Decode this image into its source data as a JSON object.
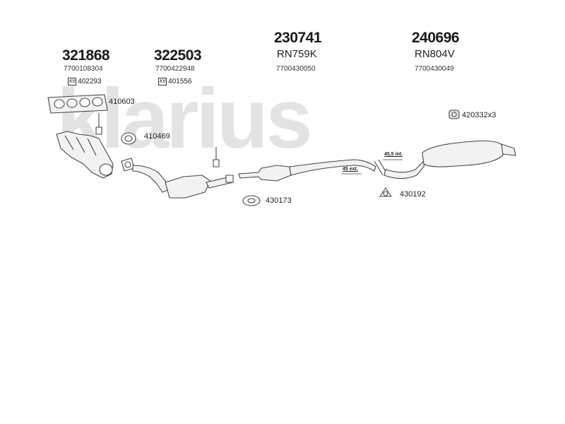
{
  "watermark": "klarius",
  "parts": [
    {
      "number": "321868",
      "ref": "7700108304",
      "kit_label": "Kit",
      "kit": "402293"
    },
    {
      "number": "322503",
      "ref": "7700422948",
      "kit_label": "Kit",
      "kit": "401556"
    },
    {
      "number": "230741",
      "code": "RN759K",
      "ref": "7700430050"
    },
    {
      "number": "240696",
      "code": "RN804V",
      "ref": "7700430049"
    }
  ],
  "fittings": {
    "f410603": "410603",
    "f410469": "410469",
    "f430173": "430173",
    "f430192": "430192",
    "f420332": "420332x3"
  },
  "dimensions": {
    "int": "45,5 int.",
    "ext": "45 ext."
  },
  "colors": {
    "line": "#444444",
    "fill": "#f2f2f2",
    "watermark": "#e3e3e3"
  }
}
